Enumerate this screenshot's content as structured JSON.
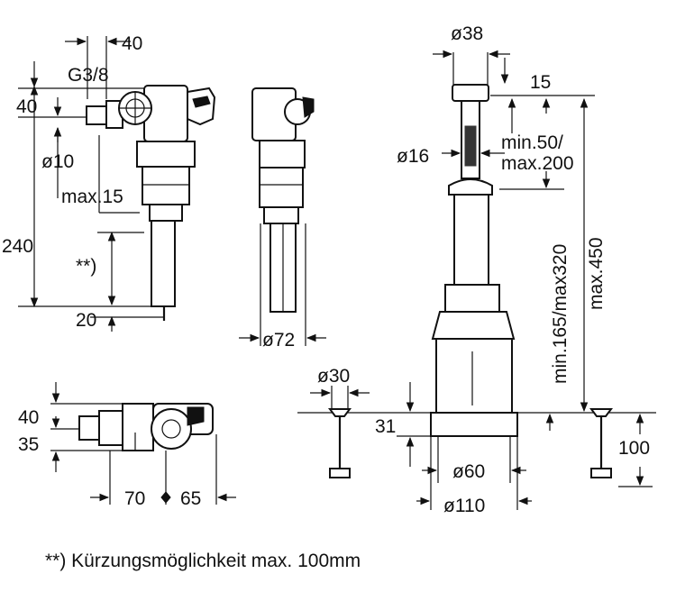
{
  "dimensions": {
    "inlet_width": "40",
    "thread": "G3/8",
    "inlet_height": "40",
    "inlet_diameter": "ø10",
    "max_offset": "max.15",
    "total_height": "240",
    "shortening": "**)",
    "bottom_offset": "20",
    "body_diameter": "ø72",
    "top_diameter": "ø38",
    "top_height": "15",
    "stroke_range_line1": "min.50/",
    "stroke_range_line2": "max.200",
    "rod_diameter": "ø16",
    "height_range": "min.165/max320",
    "max_height": "max.450",
    "foot_diameter": "ø30",
    "base_height": "31",
    "bottom_diameter": "ø60",
    "flange_diameter": "ø110",
    "foot_height": "100",
    "plan_height_top": "40",
    "plan_height_bottom": "35",
    "plan_width_left": "70",
    "plan_width_right": "65"
  },
  "footnote": "**) Kürzungsmöglichkeit max. 100mm"
}
